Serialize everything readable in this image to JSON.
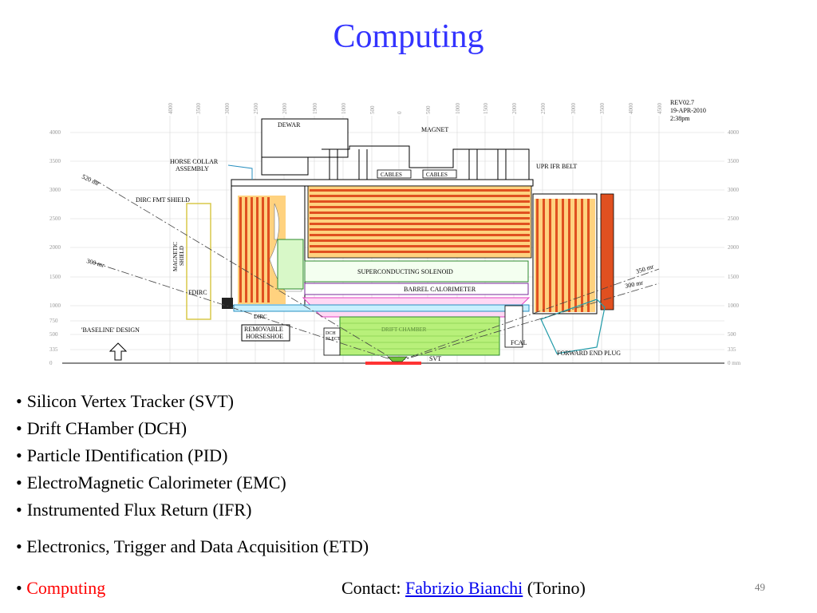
{
  "title": "Computing",
  "diagram": {
    "revision": [
      "REV02.7",
      "19-APR-2010",
      "2:38pm"
    ],
    "top_scale": [
      "4000",
      "3500",
      "3000",
      "2500",
      "2000",
      "1900",
      "1000",
      "500",
      "0",
      "500",
      "1000",
      "1500",
      "2000",
      "2500",
      "3000",
      "3500",
      "4000",
      "4500"
    ],
    "left_scale": [
      "4000",
      "3500",
      "3000",
      "2500",
      "2000",
      "1500",
      "1000",
      "750",
      "500",
      "335",
      "0"
    ],
    "right_scale": [
      "4000",
      "3500",
      "3000",
      "2500",
      "2000",
      "1500",
      "1000",
      "500",
      "335",
      "0 mm"
    ],
    "labels": {
      "dewar": "DEWAR",
      "magnet": "MAGNET",
      "horse_collar": "HORSE COLLAR",
      "assembly": "ASSEMBLY",
      "cables1": "CABLES",
      "cables2": "CABLES",
      "upr_ifr": "UPR IFR BELT",
      "dirc_fmt": "DIRC FMT SHIELD",
      "mr520": "520 mr",
      "mr300": "300 mr",
      "mr350": "350 mr",
      "mr300r": "300 mr",
      "magnetic": "MAGNETIC",
      "shield": "SHIELD",
      "solenoid": "SUPERCONDUCTING SOLENOID",
      "barrel": "BARREL CALORIMETER",
      "fdirc": "FDIRC",
      "dirc": "DIRC",
      "removable": "REMOVABLE",
      "horseshoe": "HORSESHOE",
      "baseline": "'BASELINE' DESIGN",
      "dch": "DCH",
      "elect": "ELECT",
      "drift": "DRIFT CHAMBER",
      "fcal": "FCAL",
      "forward": "FORWARD END PLUG",
      "svt": "SVT"
    }
  },
  "bullets": [
    "Silicon Vertex Tracker (SVT)",
    "Drift CHamber (DCH)",
    "Particle IDentification (PID)",
    "ElectroMagnetic Calorimeter (EMC)",
    "Instrumented Flux Return (IFR)"
  ],
  "etd": "Electronics, Trigger and Data Acquisition (ETD)",
  "computing_label": "Computing",
  "contact": {
    "prefix": "Contact:",
    "name": "Fabrizio Bianchi",
    "suffix": "(Torino)"
  },
  "page_number": "49",
  "bullet_char": "•",
  "colors": {
    "title": "#3333ff",
    "computing": "#ff0000",
    "link": "#0000ee"
  }
}
